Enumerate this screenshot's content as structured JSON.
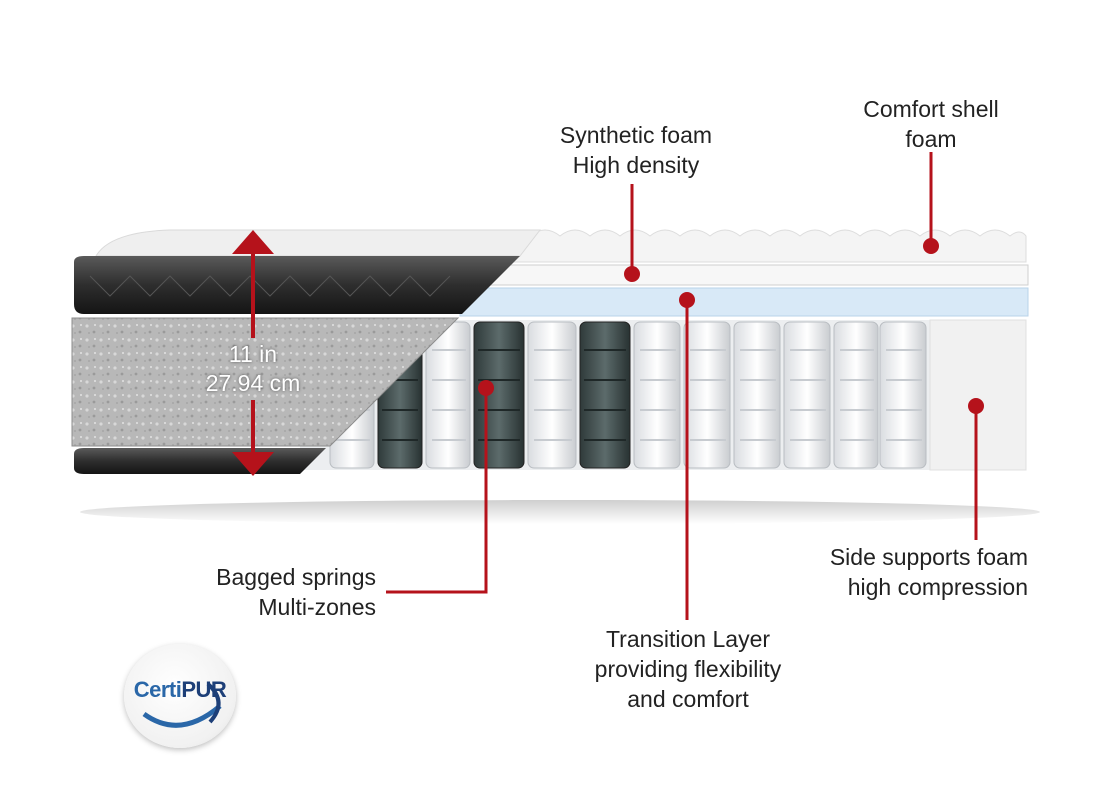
{
  "colors": {
    "accent": "#b5121b",
    "text": "#222222",
    "cover_dark": "#2b2b2b",
    "spring_dark": "#3f4b4b",
    "transition_blue": "#d8e9f7",
    "certipur_blue": "#2a67a8"
  },
  "dimension": {
    "inches": "11 in",
    "centimeters": "27.94 cm"
  },
  "callouts": {
    "comfort_shell": {
      "line1": "Comfort shell",
      "line2": "foam"
    },
    "synthetic_foam": {
      "line1": "Synthetic foam",
      "line2": "High density"
    },
    "bagged_springs": {
      "line1": "Bagged springs",
      "line2": "Multi-zones"
    },
    "transition_layer": {
      "line1": "Transition Layer",
      "line2": "providing flexibility",
      "line3": "and comfort"
    },
    "side_supports": {
      "line1": "Side supports foam",
      "line2": "high compression"
    }
  },
  "badge": {
    "part1": "Certi",
    "part2": "PUR",
    "icon": "certipur-seal-icon"
  }
}
